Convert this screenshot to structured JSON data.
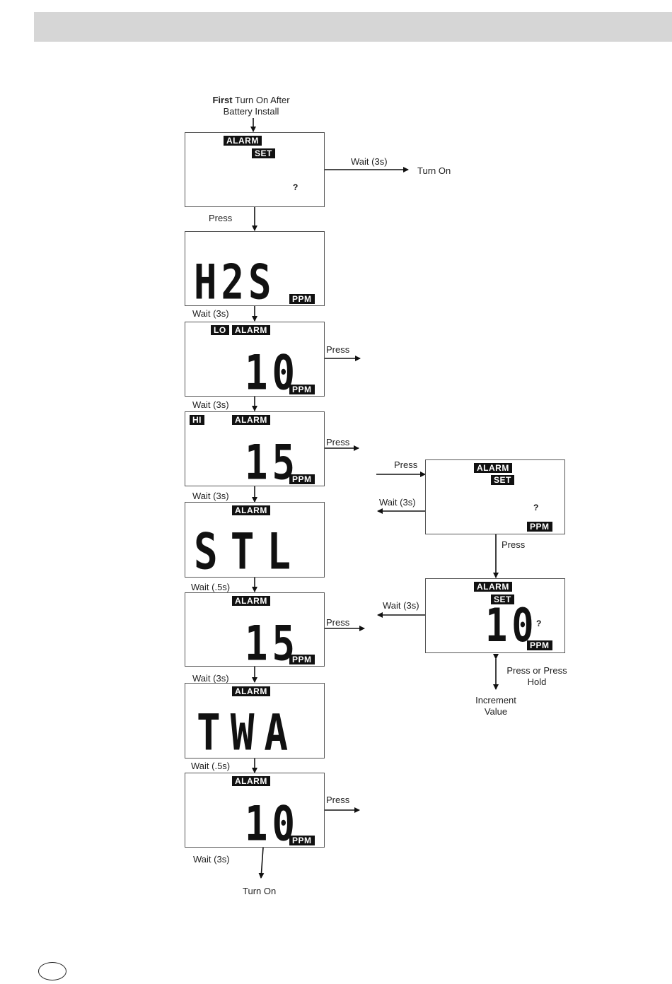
{
  "start": {
    "first": "First",
    "rest": "Turn On After",
    "line2": "Battery Install"
  },
  "labels": {
    "wait3": "Wait (3s)",
    "wait05": "Wait (.5s)",
    "press": "Press",
    "turn_on": "Turn On",
    "press_or_hold_1": "Press or Press",
    "press_or_hold_2": "Hold",
    "increment_1": "Increment",
    "increment_2": "Value"
  },
  "tags": {
    "alarm": "ALARM",
    "set": "SET",
    "ppm": "PPM",
    "lo": "LO",
    "hi": "HI",
    "question": "?"
  },
  "screens": {
    "s2": "H2S",
    "s3": "10",
    "s4": "15",
    "s5": "STL",
    "s6": "15",
    "s7": "TWA",
    "s8": "10",
    "r2": "10"
  }
}
